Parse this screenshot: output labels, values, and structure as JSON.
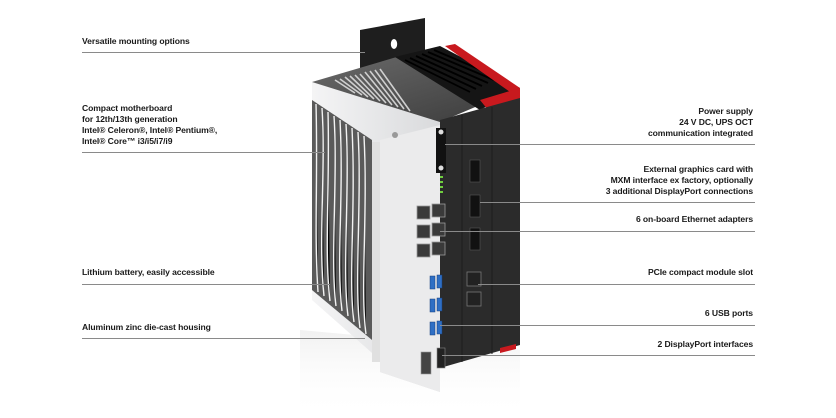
{
  "callouts_left": [
    {
      "id": "mounting",
      "lines": [
        "Versatile mounting options"
      ]
    },
    {
      "id": "motherboard",
      "lines": [
        "Compact motherboard",
        "for 12th/13th generation",
        "Intel® Celeron®, Intel® Pentium®,",
        "Intel® Core™ i3/i5/i7/i9"
      ]
    },
    {
      "id": "battery",
      "lines": [
        "Lithium battery, easily accessible"
      ]
    },
    {
      "id": "housing",
      "lines": [
        "Aluminum zinc die-cast housing"
      ]
    }
  ],
  "callouts_right": [
    {
      "id": "power",
      "lines": [
        "Power supply",
        "24 V DC, UPS OCT",
        "communication integrated"
      ]
    },
    {
      "id": "graphics",
      "lines": [
        "External graphics card with",
        "MXM interface ex factory, optionally",
        "3 additional DisplayPort connections"
      ]
    },
    {
      "id": "ethernet",
      "lines": [
        "6 on-board Ethernet adapters"
      ]
    },
    {
      "id": "pcie",
      "lines": [
        "PCIe compact module slot"
      ]
    },
    {
      "id": "usb",
      "lines": [
        "6 USB ports"
      ]
    },
    {
      "id": "displayport",
      "lines": [
        "2 DisplayPort interfaces"
      ]
    }
  ],
  "colors": {
    "accent_red": "#c8191e",
    "device_dark": "#2b2b2b",
    "housing_silver": "#e6e7e9",
    "usb_blue": "#2f6fc4",
    "leader_gray": "#8a8a8a",
    "text": "#1a1a1a"
  }
}
